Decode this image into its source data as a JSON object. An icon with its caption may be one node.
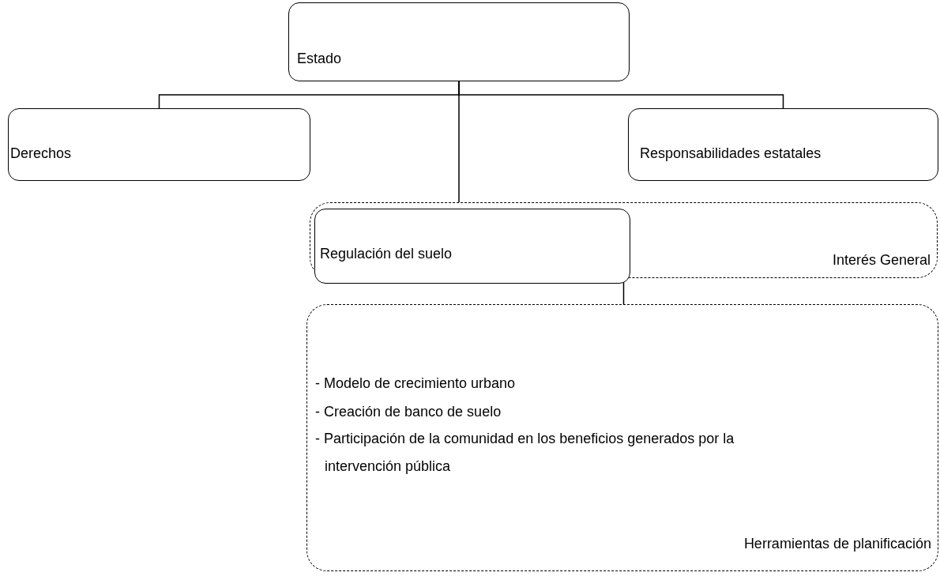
{
  "diagram": {
    "nodes": [
      {
        "text": [
          "Estado"
        ]
      },
      {
        "text": [
          "Derechos"
        ]
      },
      {
        "text": [
          "Responsabilidades estatales"
        ]
      },
      {
        "text": [
          "Interés General"
        ]
      },
      {
        "text": [
          "Regulación del suelo"
        ],
        "in": 3
      },
      {
        "text": [
          "- Modelo de crecimiento urbano",
          "- Creación de banco de suelo",
          "- Participación de la comunidad en los beneficios generados por la intervención pública",
          "Herramientas de planificación"
        ]
      }
    ],
    "edges": [
      {
        "from": 0,
        "to": 1,
        "arrow": "none"
      },
      {
        "from": 0,
        "to": 2,
        "arrow": "none"
      },
      {
        "from": 0,
        "to": 3,
        "arrow": "none"
      },
      {
        "from": 3,
        "to": 5,
        "arrow": "none"
      }
    ]
  }
}
